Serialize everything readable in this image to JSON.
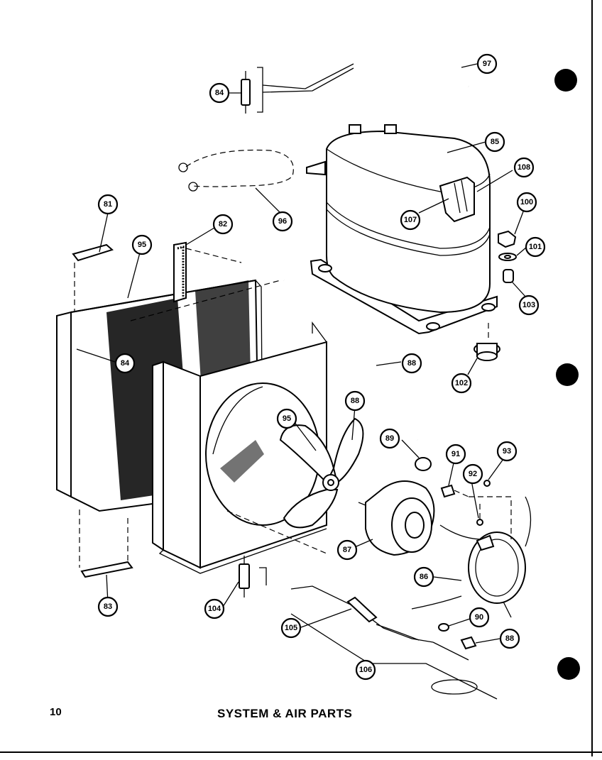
{
  "page": {
    "number": "10",
    "caption": "SYSTEM & AIR PARTS"
  },
  "callouts": [
    {
      "id": "c81",
      "label": "81"
    },
    {
      "id": "c82",
      "label": "82"
    },
    {
      "id": "c83",
      "label": "83"
    },
    {
      "id": "c84a",
      "label": "84"
    },
    {
      "id": "c84b",
      "label": "84"
    },
    {
      "id": "c85",
      "label": "85"
    },
    {
      "id": "c86",
      "label": "86"
    },
    {
      "id": "c87",
      "label": "87"
    },
    {
      "id": "c88a",
      "label": "88"
    },
    {
      "id": "c88b",
      "label": "88"
    },
    {
      "id": "c88c",
      "label": "88"
    },
    {
      "id": "c89",
      "label": "89"
    },
    {
      "id": "c90",
      "label": "90"
    },
    {
      "id": "c91",
      "label": "91"
    },
    {
      "id": "c92",
      "label": "92"
    },
    {
      "id": "c93",
      "label": "93"
    },
    {
      "id": "c95a",
      "label": "95"
    },
    {
      "id": "c95b",
      "label": "95"
    },
    {
      "id": "c96",
      "label": "96"
    },
    {
      "id": "c97",
      "label": "97"
    },
    {
      "id": "c100",
      "label": "100"
    },
    {
      "id": "c101",
      "label": "101"
    },
    {
      "id": "c102",
      "label": "102"
    },
    {
      "id": "c103",
      "label": "103"
    },
    {
      "id": "c104",
      "label": "104"
    },
    {
      "id": "c105",
      "label": "105"
    },
    {
      "id": "c106",
      "label": "106"
    },
    {
      "id": "c107",
      "label": "107"
    },
    {
      "id": "c108",
      "label": "108"
    }
  ]
}
